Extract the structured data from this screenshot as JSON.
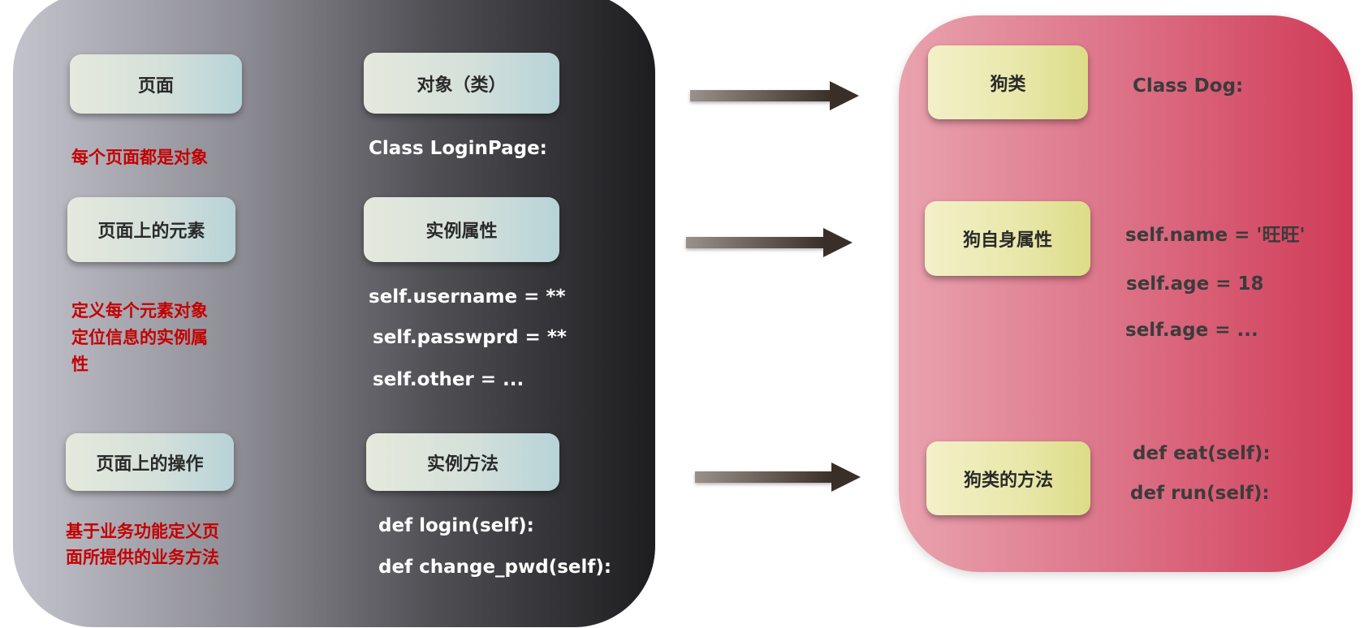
{
  "left": {
    "boxes": {
      "page": "页面",
      "object": "对象（类）",
      "elements": "页面上的元素",
      "attrs": "实例属性",
      "operations": "页面上的操作",
      "methods": "实例方法"
    },
    "notes": {
      "page": "每个页面都是对象",
      "elements": [
        "定义每个元素对象",
        "定位信息的实例属",
        "性"
      ],
      "operations": [
        "基于业务功能定义页",
        "面所提供的业务方法"
      ]
    },
    "code": {
      "class_line": "Class LoginPage:",
      "attrs": [
        "self.username = **",
        "self.passwprd = **",
        "self.other = ..."
      ],
      "methods": [
        "def login(self):",
        "def change_pwd(self):"
      ]
    }
  },
  "right": {
    "boxes": {
      "dog_class": "狗类",
      "dog_attrs": "狗自身属性",
      "dog_methods": "狗类的方法"
    },
    "code": {
      "class_line": "Class  Dog:",
      "attrs": [
        "self.name = '旺旺'",
        "self.age = 18",
        "self.age = ..."
      ],
      "methods": [
        "def eat(self):",
        "def run(self):"
      ]
    }
  },
  "colors": {
    "note_red": "#c40000",
    "right_panel": "#d03a57",
    "arrow": "#3a2f28"
  }
}
